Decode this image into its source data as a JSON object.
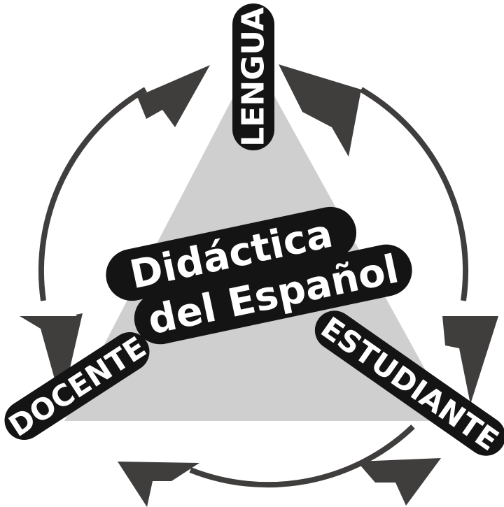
{
  "diagram": {
    "type": "triangle-cycle-diagram",
    "title_center_line1": "Didáctica",
    "title_center_line2": "del Español",
    "vertices": [
      {
        "id": "lengua",
        "label": "LENGUA",
        "position": "top",
        "rotation_deg": -90
      },
      {
        "id": "docente",
        "label": "DOCENTE",
        "position": "bottom-left",
        "rotation_deg": -33
      },
      {
        "id": "estudiante",
        "label": "ESTUDIANTE",
        "position": "bottom-right",
        "rotation_deg": 35
      }
    ],
    "center_labels": [
      {
        "id": "didactica",
        "label": "Didáctica",
        "rotation_deg": -12
      },
      {
        "id": "del-espanol",
        "label": "del Español",
        "rotation_deg": -12
      }
    ],
    "arrows": [
      {
        "id": "arrow-left-up",
        "from": "docente",
        "to": "lengua",
        "direction": "counter-clockwise-up-left"
      },
      {
        "id": "arrow-right-down",
        "from": "lengua",
        "to": "estudiante",
        "direction": "clockwise-down-right"
      },
      {
        "id": "arrow-bottom-left",
        "from": "estudiante",
        "to": "docente",
        "direction": "leftward-along-bottom"
      },
      {
        "id": "arrow-top-right",
        "from": "lengua",
        "to": "estudiante",
        "direction": "up-toward-lengua-right"
      },
      {
        "id": "arrow-left-down",
        "from": "lengua",
        "to": "docente",
        "direction": "down-toward-docente-left"
      },
      {
        "id": "arrow-bottom-right",
        "from": "docente",
        "to": "estudiante",
        "direction": "rightward-along-bottom"
      }
    ],
    "colors": {
      "background": "#ffffff",
      "triangle_fill": "#cfcfcf",
      "pill_fill": "#141414",
      "pill_text": "#ffffff",
      "arrow": "#403d3d",
      "arc": "#403d3d"
    }
  }
}
